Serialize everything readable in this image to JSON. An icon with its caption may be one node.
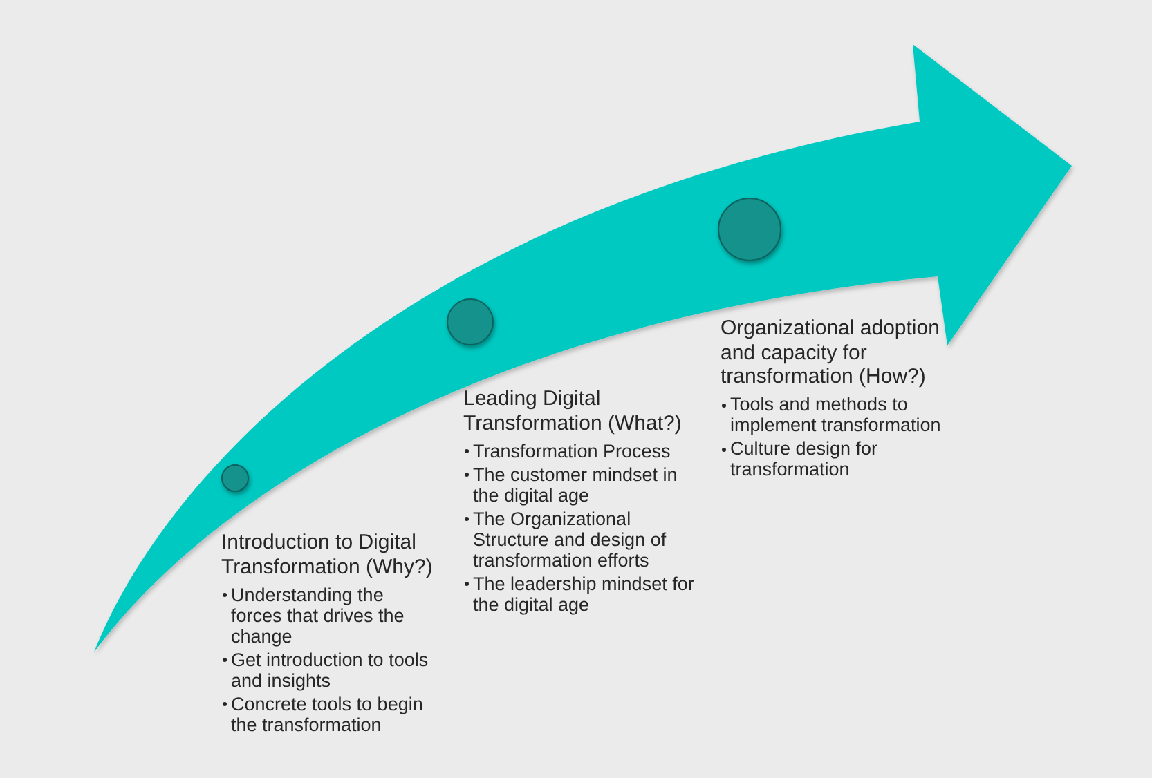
{
  "diagram": {
    "nodes": [
      {
        "text": [],
        "shape": "circle",
        "beside": [
          "Introduction to Digital Transformation (Why?)",
          "Understanding the forces that drives the change",
          "Get introduction to tools and insights",
          "Concrete tools to begin the transformation"
        ]
      },
      {
        "text": [],
        "shape": "circle",
        "beside": [
          "Leading Digital Transformation (What?)",
          "Transformation Process",
          "The customer mindset in the digital age",
          "The Organizational Structure and design of transformation efforts",
          "The leadership mindset for the digital age"
        ]
      },
      {
        "text": [],
        "shape": "circle",
        "beside": [
          "Organizational adoption and capacity for transformation (How?)",
          "Tools and methods to implement transformation",
          "Culture design for transformation"
        ]
      }
    ]
  }
}
